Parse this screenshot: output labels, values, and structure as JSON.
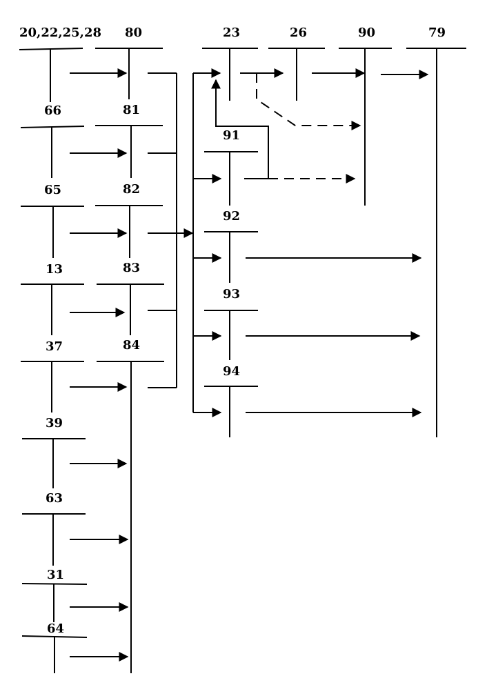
{
  "diagram": {
    "colors": {
      "ink": "#000000",
      "background": "#ffffff"
    },
    "nodes": [
      {
        "id": "n20",
        "label": "20,22,25,28"
      },
      {
        "id": "n66",
        "label": "66"
      },
      {
        "id": "n65",
        "label": "65"
      },
      {
        "id": "n13",
        "label": "13"
      },
      {
        "id": "n37",
        "label": "37"
      },
      {
        "id": "n39",
        "label": "39"
      },
      {
        "id": "n63",
        "label": "63"
      },
      {
        "id": "n31",
        "label": "31"
      },
      {
        "id": "n64",
        "label": "64"
      },
      {
        "id": "n80",
        "label": "80"
      },
      {
        "id": "n81",
        "label": "81"
      },
      {
        "id": "n82",
        "label": "82"
      },
      {
        "id": "n83",
        "label": "83"
      },
      {
        "id": "n84",
        "label": "84"
      },
      {
        "id": "n23",
        "label": "23"
      },
      {
        "id": "n26",
        "label": "26"
      },
      {
        "id": "n90",
        "label": "90"
      },
      {
        "id": "n79",
        "label": "79"
      },
      {
        "id": "n91",
        "label": "91"
      },
      {
        "id": "n92",
        "label": "92"
      },
      {
        "id": "n93",
        "label": "93"
      },
      {
        "id": "n94",
        "label": "94"
      }
    ],
    "edges": [
      {
        "from": "20,22,25,28",
        "to": "80",
        "style": "solid"
      },
      {
        "from": "66",
        "to": "81",
        "style": "solid"
      },
      {
        "from": "65",
        "to": "82",
        "style": "solid"
      },
      {
        "from": "13",
        "to": "83",
        "style": "solid"
      },
      {
        "from": "37",
        "to": "84",
        "style": "solid"
      },
      {
        "from": "39",
        "to": "84",
        "style": "solid"
      },
      {
        "from": "63",
        "to": "84",
        "style": "solid"
      },
      {
        "from": "31",
        "to": "84",
        "style": "solid"
      },
      {
        "from": "64",
        "to": "84",
        "style": "solid"
      },
      {
        "from": "80-84",
        "to": "23, 91, 92, 93, 94",
        "style": "solid"
      },
      {
        "from": "23",
        "to": "26",
        "style": "solid"
      },
      {
        "from": "23",
        "to": "90",
        "style": "dashed"
      },
      {
        "from": "26",
        "to": "90",
        "style": "solid"
      },
      {
        "from": "90",
        "to": "79",
        "style": "solid"
      },
      {
        "from": "91",
        "to": "23",
        "style": "solid"
      },
      {
        "from": "91",
        "to": "90",
        "style": "dashed"
      },
      {
        "from": "92",
        "to": "79",
        "style": "solid"
      },
      {
        "from": "93",
        "to": "79",
        "style": "solid"
      },
      {
        "from": "94",
        "to": "79",
        "style": "solid"
      }
    ]
  }
}
